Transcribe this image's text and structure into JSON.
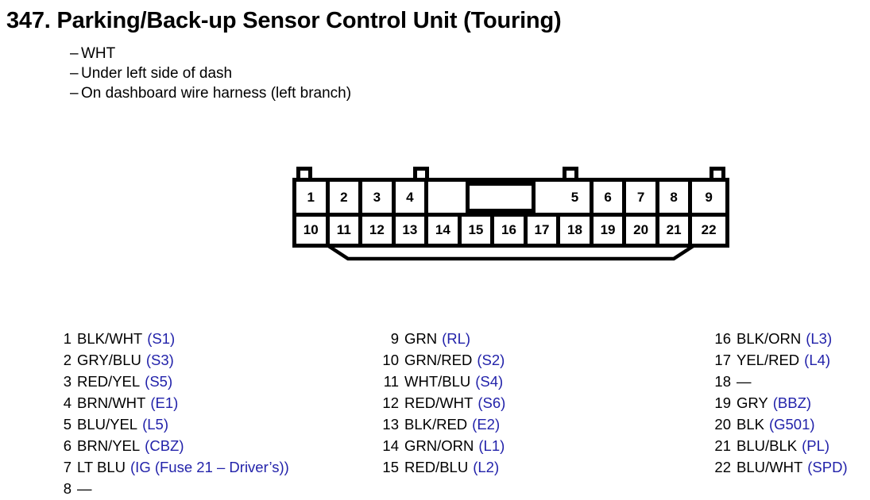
{
  "header": {
    "title": "347. Parking/Back-up Sensor Control Unit (Touring)",
    "dash": "–",
    "subtitles": [
      "WHT",
      "Under left side of dash",
      "On dashboard wire harness (left branch)"
    ]
  },
  "colors": {
    "ref_blue": "#2222AA",
    "text_black": "#000000",
    "background": "#FFFFFF"
  },
  "connector": {
    "top_row": [
      "1",
      "2",
      "3",
      "4",
      "",
      "",
      "",
      "",
      "5",
      "6",
      "7",
      "8",
      "9"
    ],
    "bottom_row": [
      "10",
      "11",
      "12",
      "13",
      "14",
      "15",
      "16",
      "17",
      "18",
      "19",
      "20",
      "21",
      "22"
    ],
    "tab_count": 4,
    "keyway_label": ""
  },
  "pins": {
    "column1": [
      {
        "num": "1",
        "wire": "BLK/WHT",
        "ref": "(S1)"
      },
      {
        "num": "2",
        "wire": "GRY/BLU",
        "ref": "(S3)"
      },
      {
        "num": "3",
        "wire": "RED/YEL",
        "ref": "(S5)"
      },
      {
        "num": "4",
        "wire": "BRN/WHT",
        "ref": "(E1)"
      },
      {
        "num": "5",
        "wire": "BLU/YEL",
        "ref": "(L5)"
      },
      {
        "num": "6",
        "wire": "BRN/YEL",
        "ref": "(CBZ)"
      },
      {
        "num": "7",
        "wire": "LT BLU",
        "ref": "(IG (Fuse 21 – Driver’s))"
      },
      {
        "num": "8",
        "wire": "—",
        "ref": ""
      }
    ],
    "column2": [
      {
        "num": "9",
        "wire": "GRN",
        "ref": "(RL)"
      },
      {
        "num": "10",
        "wire": "GRN/RED",
        "ref": "(S2)"
      },
      {
        "num": "11",
        "wire": "WHT/BLU",
        "ref": "(S4)"
      },
      {
        "num": "12",
        "wire": "RED/WHT",
        "ref": "(S6)"
      },
      {
        "num": "13",
        "wire": "BLK/RED",
        "ref": "(E2)"
      },
      {
        "num": "14",
        "wire": "GRN/ORN",
        "ref": "(L1)"
      },
      {
        "num": "15",
        "wire": "RED/BLU",
        "ref": "(L2)"
      }
    ],
    "column3": [
      {
        "num": "16",
        "wire": "BLK/ORN",
        "ref": "(L3)"
      },
      {
        "num": "17",
        "wire": "YEL/RED",
        "ref": "(L4)"
      },
      {
        "num": "18",
        "wire": "—",
        "ref": ""
      },
      {
        "num": "19",
        "wire": "GRY",
        "ref": "(BBZ)"
      },
      {
        "num": "20",
        "wire": "BLK",
        "ref": "(G501)"
      },
      {
        "num": "21",
        "wire": "BLU/BLK",
        "ref": "(PL)"
      },
      {
        "num": "22",
        "wire": "BLU/WHT",
        "ref": "(SPD)"
      }
    ]
  }
}
